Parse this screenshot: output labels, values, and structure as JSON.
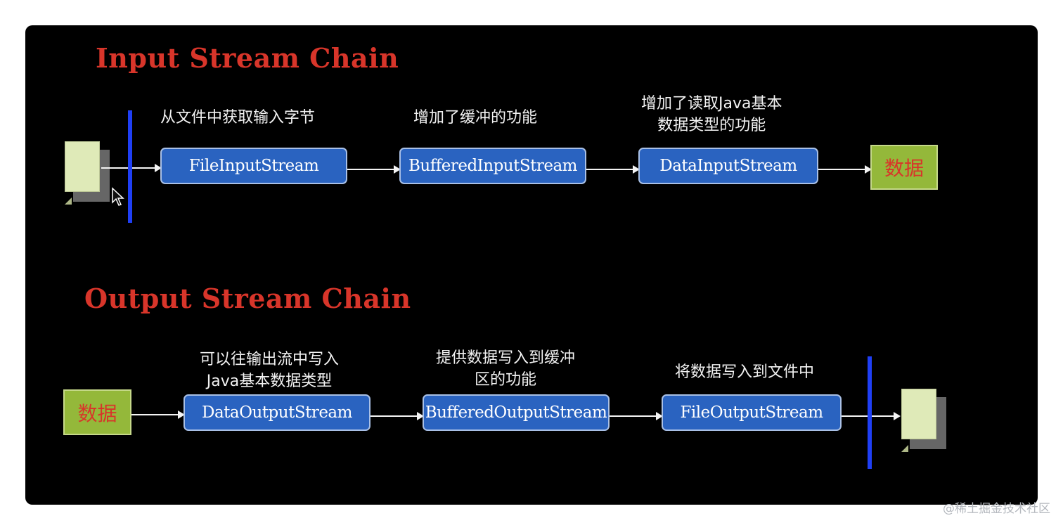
{
  "input_chain": {
    "title": "Input Stream Chain",
    "captions": [
      "从文件中获取输入字节",
      "增加了缓冲的功能",
      "增加了读取Java基本\n数据类型的功能"
    ],
    "streams": [
      "FileInputStream",
      "BufferedInputStream",
      "DataInputStream"
    ],
    "output_label": "数据"
  },
  "output_chain": {
    "title": "Output Stream Chain",
    "input_label": "数据",
    "captions": [
      "可以往输出流中写入\nJava基本数据类型",
      "提供数据写入到缓冲\n区的功能",
      "将数据写入到文件中"
    ],
    "streams": [
      "DataOutputStream",
      "BufferedOutputStream",
      "FileOutputStream"
    ]
  },
  "watermark": "@稀土掘金技术社区",
  "colors": {
    "background": "#000000",
    "title": "#d8352a",
    "stream_box": "#2a63c0",
    "data_box": "#94b83a",
    "divider": "#1f3ff5",
    "document": "#dfeab8"
  },
  "icons": [
    "document-icon",
    "cursor-icon"
  ]
}
